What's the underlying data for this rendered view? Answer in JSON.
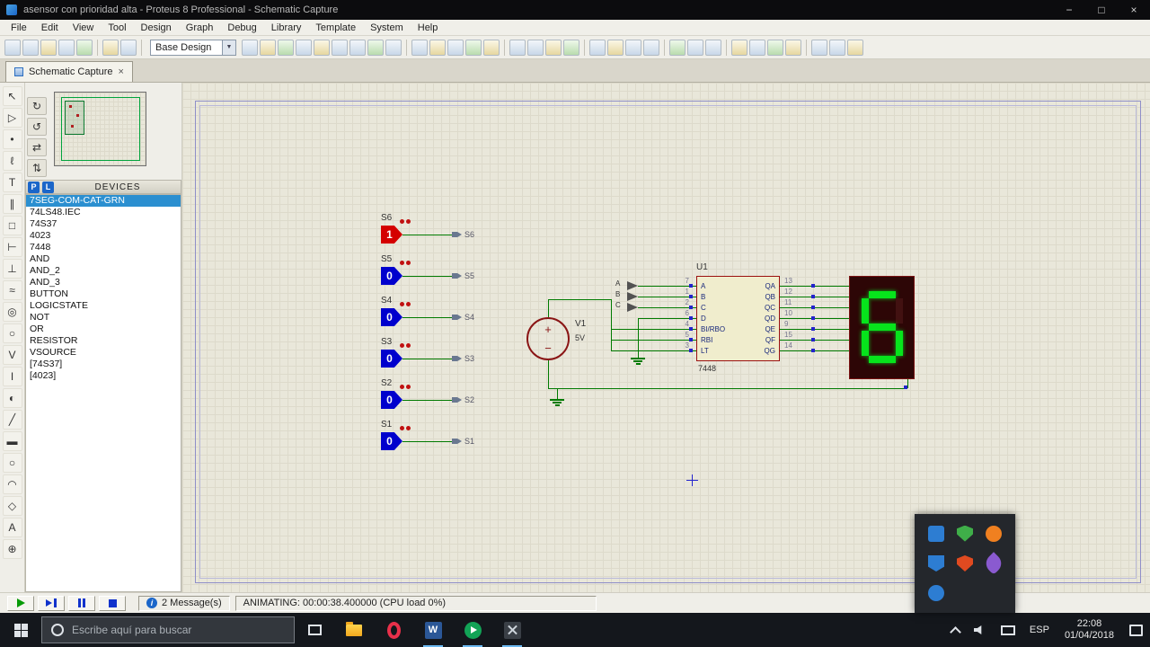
{
  "window": {
    "title": "asensor con prioridad alta - Proteus 8 Professional - Schematic Capture"
  },
  "icons": {
    "minimize": "−",
    "maximize": "□",
    "close": "×",
    "dropdown_arrow": "▼",
    "info": "i",
    "rotate_cw": "↻",
    "rotate_ccw": "↺",
    "mirror_h": "⇄",
    "mirror_v": "⇅",
    "word_letter": "W"
  },
  "menu": {
    "items": [
      "File",
      "Edit",
      "View",
      "Tool",
      "Design",
      "Graph",
      "Debug",
      "Library",
      "Template",
      "System",
      "Help"
    ]
  },
  "toolbar": {
    "design_selector": "Base Design"
  },
  "tab": {
    "label": "Schematic Capture"
  },
  "left_toolbar": {
    "glyphs": [
      "↖",
      "▷",
      "•",
      "ℓ",
      "T",
      "∥",
      "□",
      "⊢",
      "⊥",
      "≈",
      "◎",
      "○",
      "V",
      "I",
      "◐",
      "╱",
      "▬",
      "○",
      "◠",
      "◇",
      "A",
      "⊕"
    ]
  },
  "devices": {
    "p": "P",
    "l": "L",
    "header": "DEVICES",
    "selected": "7SEG-COM-CAT-GRN",
    "items": [
      "7SEG-COM-CAT-GRN",
      "74LS48.IEC",
      "74S37",
      "4023",
      "7448",
      "AND",
      "AND_2",
      "AND_3",
      "BUTTON",
      "LOGICSTATE",
      "NOT",
      "OR",
      "RESISTOR",
      "VSOURCE",
      "[74S37]",
      "[4023]"
    ]
  },
  "schematic": {
    "logic_states": [
      {
        "ref": "S6",
        "value": "1",
        "terminal": "S6",
        "color": "#d40000"
      },
      {
        "ref": "S5",
        "value": "0",
        "terminal": "S5",
        "color": "#0000cd"
      },
      {
        "ref": "S4",
        "value": "0",
        "terminal": "S4",
        "color": "#0000cd"
      },
      {
        "ref": "S3",
        "value": "0",
        "terminal": "S3",
        "color": "#0000cd"
      },
      {
        "ref": "S2",
        "value": "0",
        "terminal": "S2",
        "color": "#0000cd"
      },
      {
        "ref": "S1",
        "value": "0",
        "terminal": "S1",
        "color": "#0000cd"
      }
    ],
    "buffer_inputs": [
      "A",
      "B",
      "C"
    ],
    "source": {
      "ref": "V1",
      "value": "5V",
      "plus": "+",
      "minus": "−"
    },
    "chip": {
      "ref": "U1",
      "part": "7448",
      "left_pins": [
        {
          "num": "7",
          "name": "A"
        },
        {
          "num": "1",
          "name": "B"
        },
        {
          "num": "2",
          "name": "C"
        },
        {
          "num": "6",
          "name": "D"
        },
        {
          "num": "4",
          "name": "BI/RBO"
        },
        {
          "num": "5",
          "name": "RBI"
        },
        {
          "num": "3",
          "name": "LT"
        }
      ],
      "right_pins": [
        {
          "num": "13",
          "name": "QA"
        },
        {
          "num": "12",
          "name": "QB"
        },
        {
          "num": "11",
          "name": "QC"
        },
        {
          "num": "10",
          "name": "QD"
        },
        {
          "num": "9",
          "name": "QE"
        },
        {
          "num": "15",
          "name": "QF"
        },
        {
          "num": "14",
          "name": "QG"
        }
      ]
    },
    "display": {
      "digit": "6",
      "lit_color": "#07e41c"
    }
  },
  "statusbar": {
    "messages": "2 Message(s)",
    "status": "ANIMATING: 00:00:38.400000 (CPU load 0%)"
  },
  "taskbar": {
    "search_placeholder": "Escribe aquí para buscar",
    "language": "ESP",
    "time": "22:08",
    "date": "01/04/2018"
  },
  "colors": {
    "wire": "#007a00",
    "selection": "#2b8fd0",
    "chip_fill": "#f0edcd",
    "chip_border": "#9b1010",
    "state_high": "#d40000",
    "state_low": "#0000cd"
  }
}
